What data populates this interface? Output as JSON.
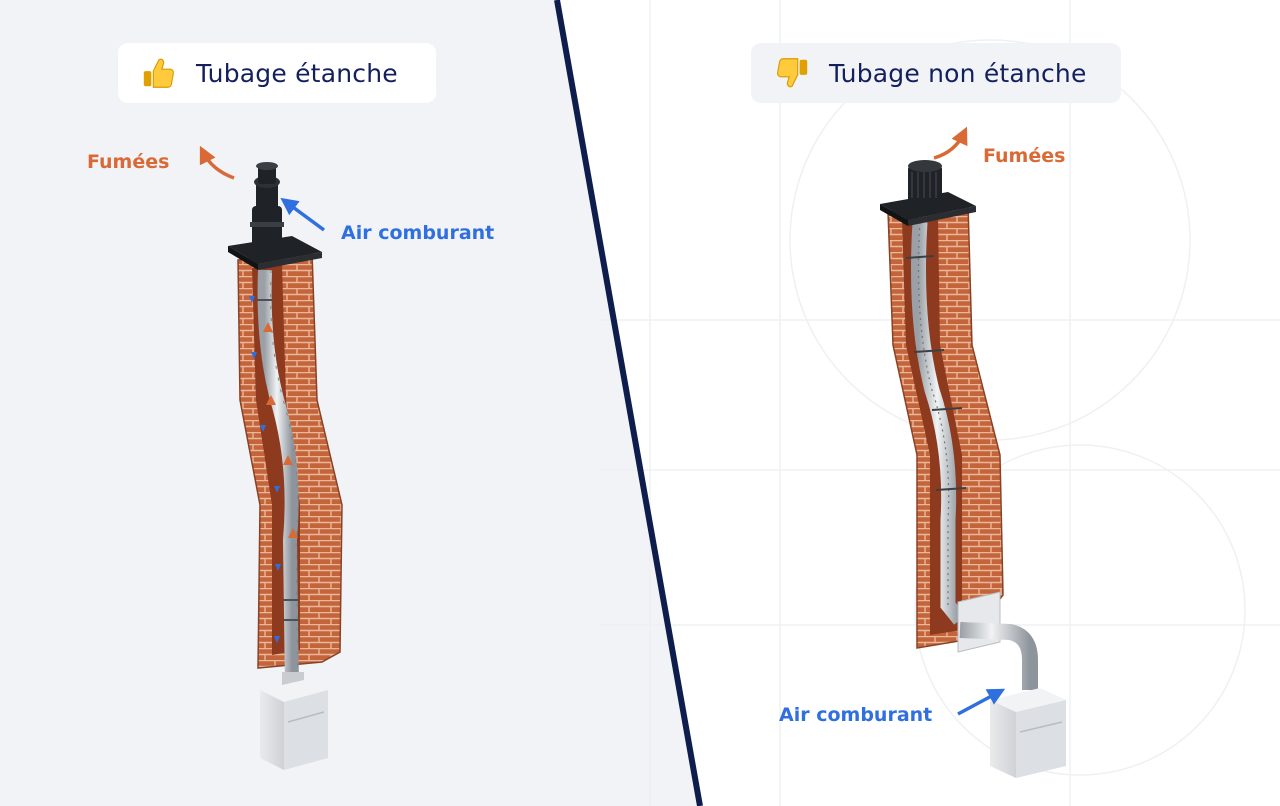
{
  "left_panel": {
    "title": "Tubage étanche",
    "icon": "thumbs-up-icon",
    "smoke_label": "Fumées",
    "air_label": "Air comburant"
  },
  "right_panel": {
    "title": "Tubage non étanche",
    "icon": "thumbs-down-icon",
    "smoke_label": "Fumées",
    "air_label": "Air comburant"
  },
  "colors": {
    "smoke": "#d96a35",
    "air": "#2f6fe0",
    "title": "#14205c",
    "divider": "#0f1d4d",
    "brick": "#c4643a"
  }
}
